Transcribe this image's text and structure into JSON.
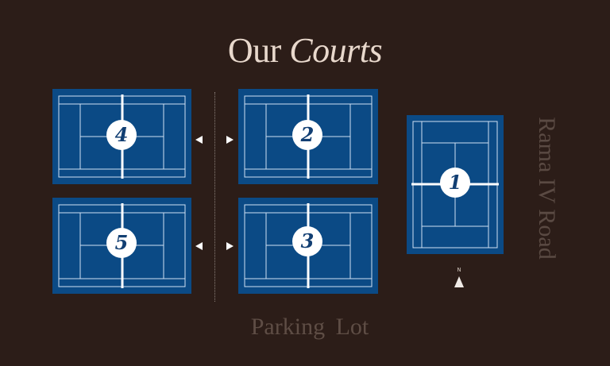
{
  "page": {
    "title_plain": "Our",
    "title_italic": "Courts"
  },
  "courts": [
    {
      "number": "4"
    },
    {
      "number": "2"
    },
    {
      "number": "5"
    },
    {
      "number": "3"
    },
    {
      "number": "1"
    }
  ],
  "labels": {
    "road": "Rama IV Road",
    "parking": "Parking  Lot",
    "north": "N"
  },
  "colors": {
    "background": "#2c1d18",
    "court_blue": "#0b4a85",
    "court_lines": "#ffffff"
  },
  "icons": {
    "arrows": [
      "arrow-left-icon",
      "arrow-right-icon"
    ],
    "compass": "north-arrow-icon"
  }
}
